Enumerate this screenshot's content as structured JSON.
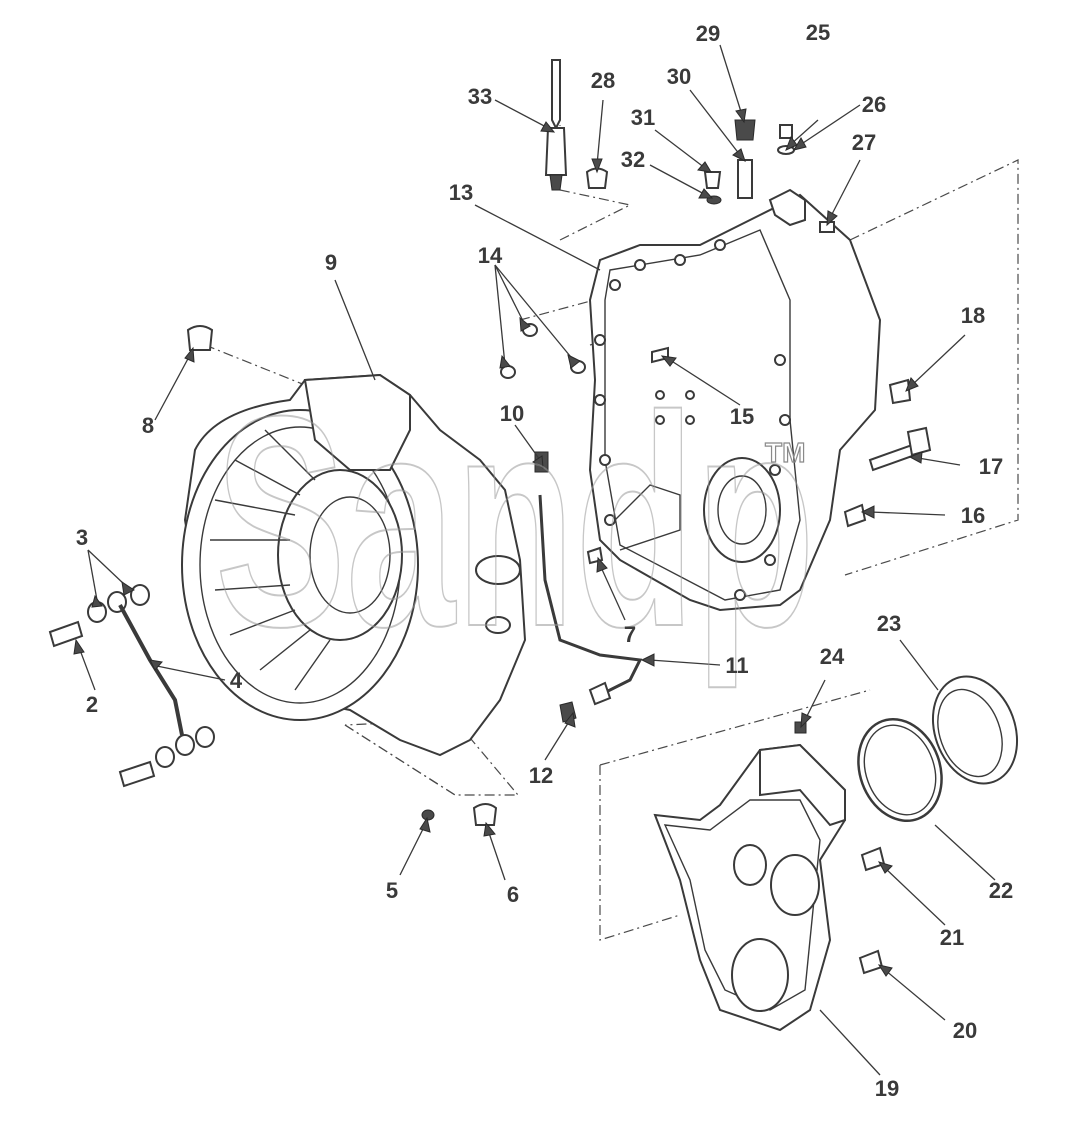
{
  "diagram": {
    "callouts": [
      {
        "id": "1",
        "label": "2"
      },
      {
        "id": "2",
        "label": "3"
      },
      {
        "id": "3",
        "label": "4"
      },
      {
        "id": "4",
        "label": "5"
      },
      {
        "id": "5",
        "label": "6"
      },
      {
        "id": "6",
        "label": "7"
      },
      {
        "id": "7",
        "label": "8"
      },
      {
        "id": "8",
        "label": "9"
      },
      {
        "id": "9",
        "label": "10"
      },
      {
        "id": "10",
        "label": "11"
      },
      {
        "id": "11",
        "label": "12"
      },
      {
        "id": "12",
        "label": "13"
      },
      {
        "id": "13",
        "label": "14"
      },
      {
        "id": "14",
        "label": "15"
      },
      {
        "id": "15",
        "label": "16"
      },
      {
        "id": "16",
        "label": "17"
      },
      {
        "id": "17",
        "label": "18"
      },
      {
        "id": "18",
        "label": "19"
      },
      {
        "id": "19",
        "label": "20"
      },
      {
        "id": "20",
        "label": "21"
      },
      {
        "id": "21",
        "label": "22"
      },
      {
        "id": "22",
        "label": "23"
      },
      {
        "id": "23",
        "label": "24"
      },
      {
        "id": "24",
        "label": "25"
      },
      {
        "id": "25",
        "label": "26"
      },
      {
        "id": "26",
        "label": "27"
      },
      {
        "id": "27",
        "label": "28"
      },
      {
        "id": "28",
        "label": "29"
      },
      {
        "id": "29",
        "label": "30"
      },
      {
        "id": "30",
        "label": "31"
      },
      {
        "id": "31",
        "label": "32"
      },
      {
        "id": "32",
        "label": "33"
      }
    ],
    "watermark": {
      "text": "Sandp",
      "trademark": "TM"
    }
  }
}
